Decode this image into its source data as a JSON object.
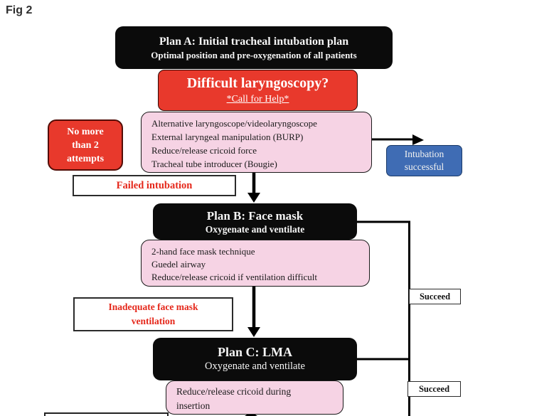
{
  "figure_label": "Fig 2",
  "colors": {
    "plan_box_black": "#0b0b0b",
    "alert_red": "#e8392c",
    "action_pink": "#f6d3e4",
    "success_blue": "#3f6cb4",
    "fail_text_red": "#e5281b"
  },
  "plan_a": {
    "title": "Plan A: Initial tracheal intubation plan",
    "subtitle": "Optimal position and pre-oxygenation of all patients"
  },
  "difficult_laryngoscopy": {
    "title": "Difficult laryngoscopy?",
    "subtitle": "*Call for Help*"
  },
  "plan_a_actions": {
    "lines": [
      "Alternative laryngoscope/videolaryngoscope",
      "External laryngeal manipulation (BURP)",
      "Reduce/release cricoid force",
      "Tracheal tube introducer (Bougie)"
    ]
  },
  "attempts_note": {
    "lines": [
      "No more",
      "than 2",
      "attempts"
    ]
  },
  "failed_intubation": {
    "label": "Failed intubation"
  },
  "intubation_successful": {
    "lines": [
      "Intubation",
      "successful"
    ]
  },
  "plan_b": {
    "title": "Plan B: Face mask",
    "subtitle": "Oxygenate and ventilate"
  },
  "plan_b_actions": {
    "lines": [
      "2-hand face mask technique",
      "Guedel airway",
      "Reduce/release cricoid if ventilation difficult"
    ]
  },
  "succeed_top": {
    "label": "Succeed"
  },
  "inadequate_ventilation": {
    "lines": [
      "Inadequate face mask",
      "ventilation"
    ]
  },
  "plan_c": {
    "title": "Plan C: LMA",
    "subtitle": "Oxygenate and ventilate"
  },
  "plan_c_actions": {
    "lines": [
      "Reduce/release cricoid during",
      "insertion"
    ]
  },
  "succeed_bottom": {
    "label": "Succeed"
  }
}
